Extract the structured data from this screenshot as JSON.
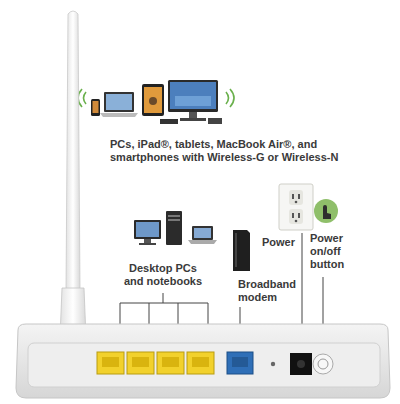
{
  "diagram": {
    "labels": [
      "PCs, iPad®, tablets, MacBook Air®, and smartphones with Wireless-G or Wireless-N",
      "Desktop PCs and notebooks",
      "Power",
      "Broadband modem",
      "Power on/off button"
    ]
  }
}
